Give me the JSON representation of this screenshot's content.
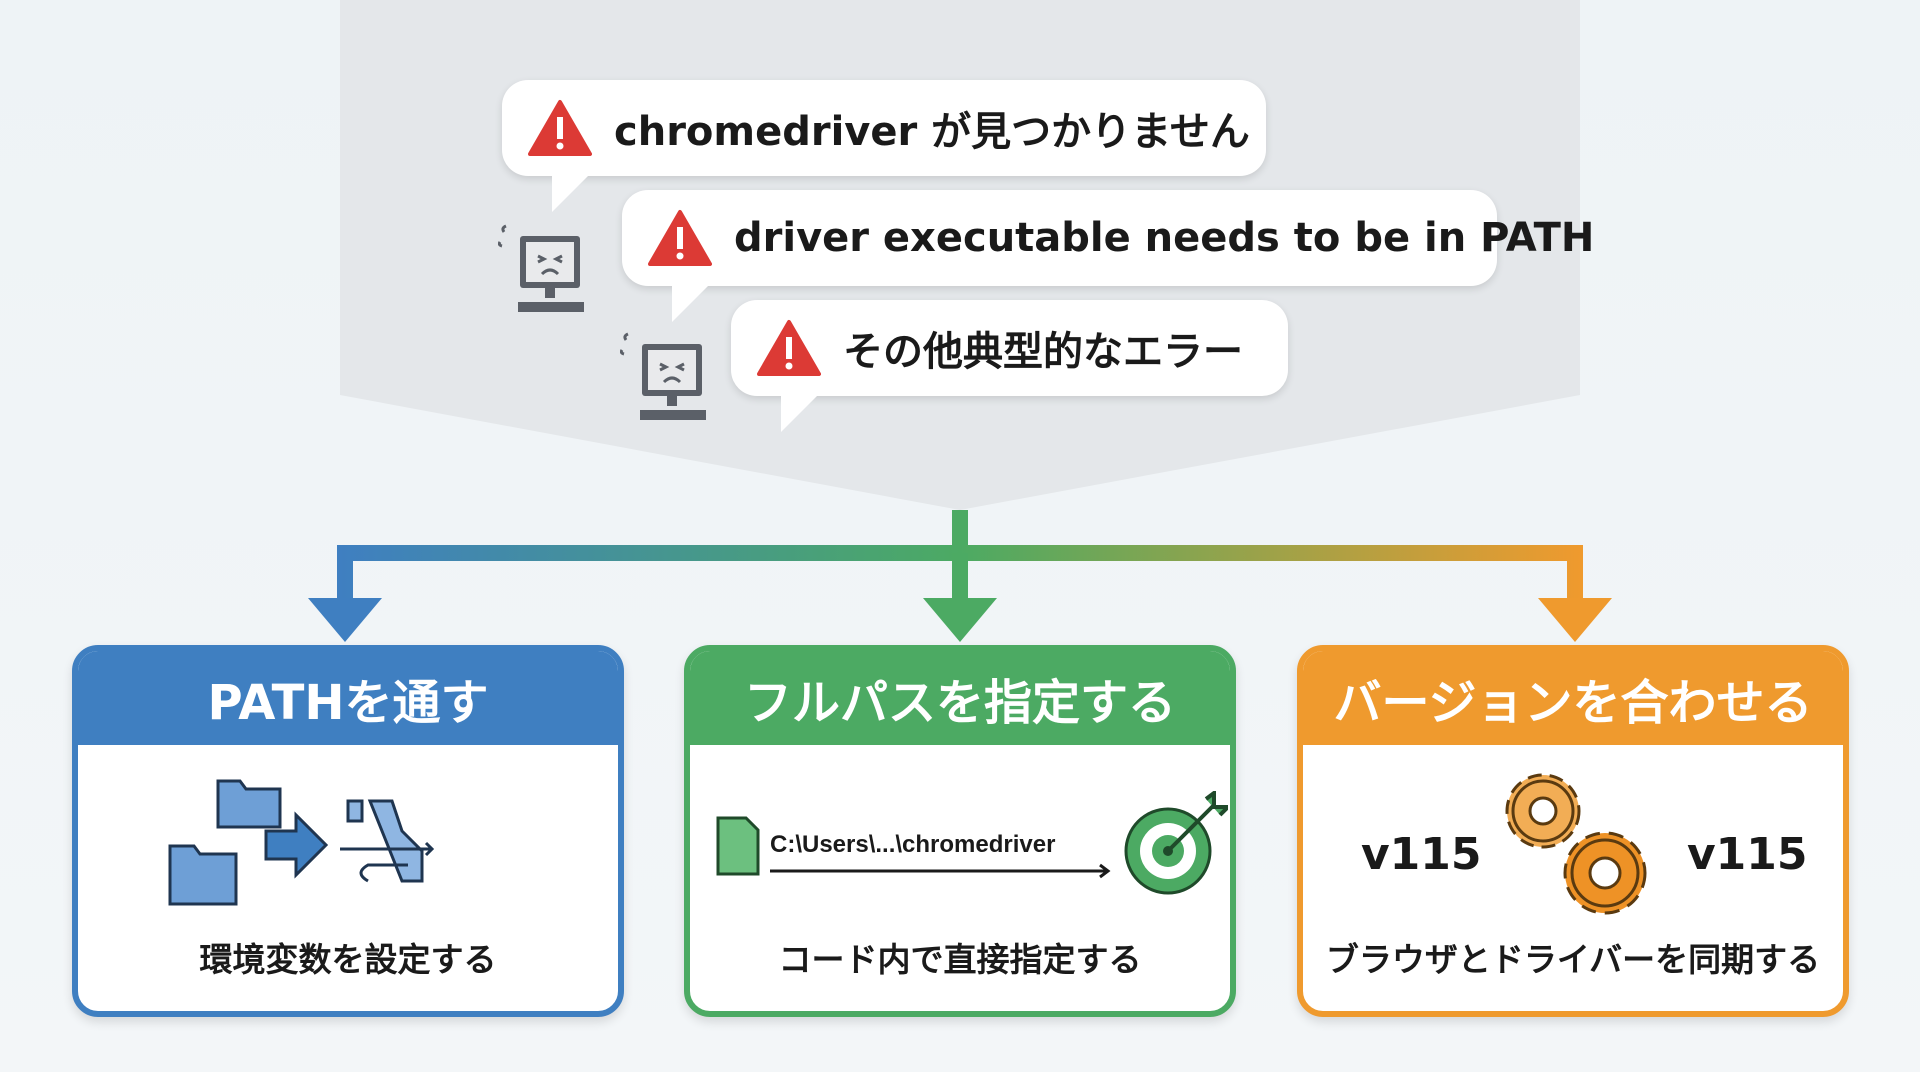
{
  "errors": [
    {
      "text": "chromedriver が見つかりません"
    },
    {
      "text": "driver executable needs to be in PATH"
    },
    {
      "text": "その他典型的なエラー"
    }
  ],
  "solutions": [
    {
      "title": "PATHを通す",
      "caption": "環境変数を設定する",
      "color": "#3f7fc1"
    },
    {
      "title": "フルパスを指定する",
      "caption": "コード内で直接指定する",
      "path_text": "C:\\Users\\...\\chromedriver",
      "color": "#4caa63"
    },
    {
      "title": "バージョンを合わせる",
      "caption": "ブラウザとドライバーを同期する",
      "version_left": "v115",
      "version_right": "v115",
      "color": "#ef9a2e"
    }
  ]
}
